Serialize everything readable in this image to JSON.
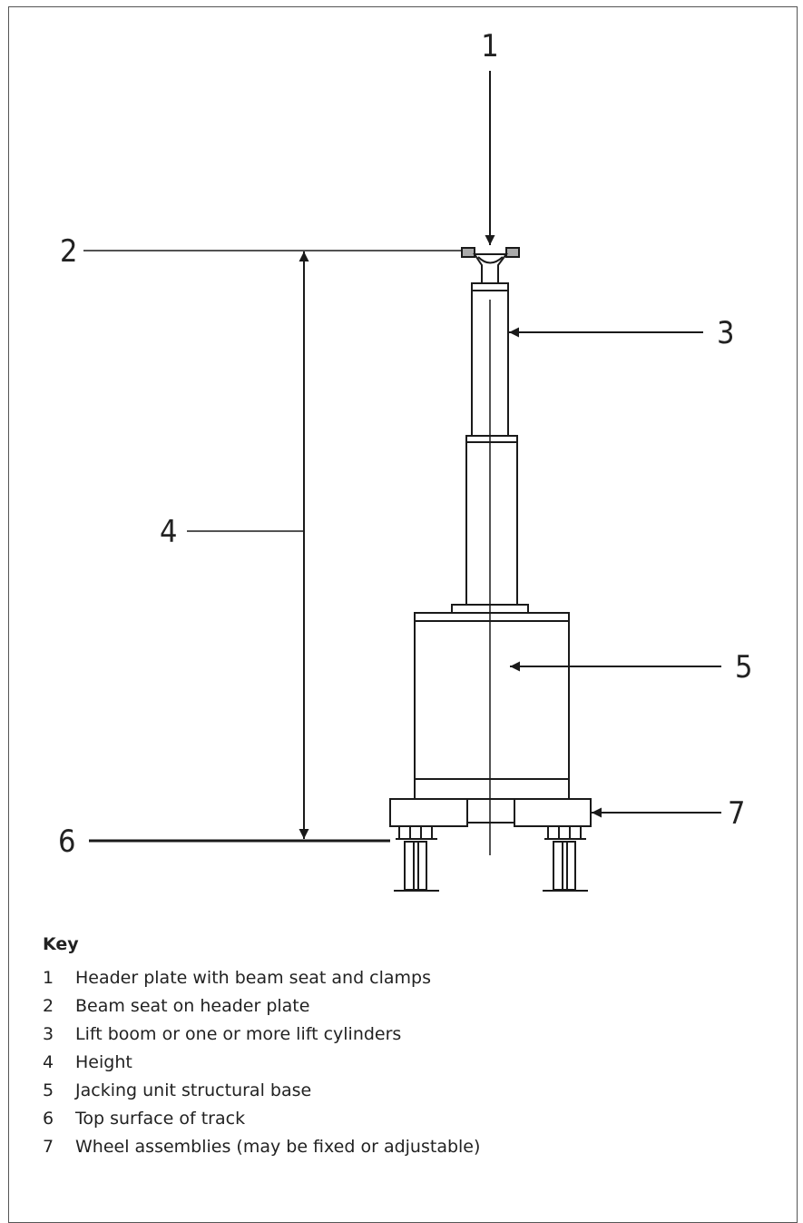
{
  "callouts": [
    {
      "number": "1"
    },
    {
      "number": "2"
    },
    {
      "number": "3"
    },
    {
      "number": "4"
    },
    {
      "number": "5"
    },
    {
      "number": "6"
    },
    {
      "number": "7"
    }
  ],
  "key": {
    "title": "Key",
    "items": [
      {
        "number": "1",
        "text": "Header plate with beam seat and clamps"
      },
      {
        "number": "2",
        "text": "Beam seat on header plate"
      },
      {
        "number": "3",
        "text": "Lift boom or one or more lift cylinders"
      },
      {
        "number": "4",
        "text": "Height"
      },
      {
        "number": "5",
        "text": "Jacking unit structural base"
      },
      {
        "number": "6",
        "text": "Top surface of track"
      },
      {
        "number": "7",
        "text": "Wheel assemblies (may be fixed or adjustable)"
      }
    ]
  },
  "colors": {
    "line": "#1a1a1a",
    "text": "#222222",
    "frame": "#555555"
  }
}
